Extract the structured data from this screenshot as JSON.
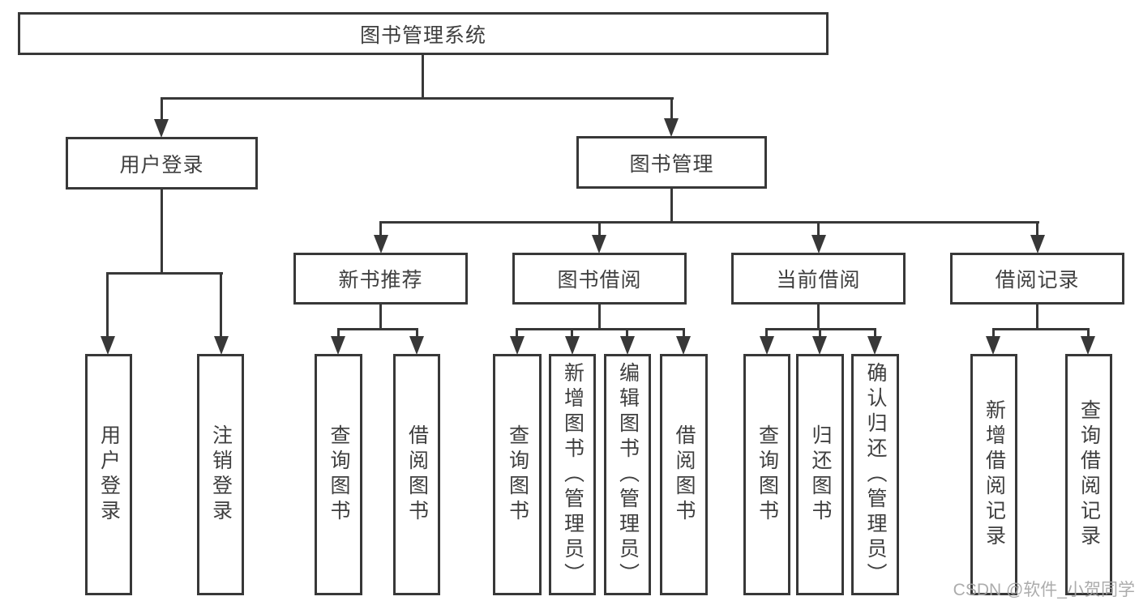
{
  "root": {
    "label": "图书管理系统"
  },
  "level2": {
    "user_login": {
      "label": "用户登录"
    },
    "book_mgmt": {
      "label": "图书管理"
    }
  },
  "level3": {
    "new_book": {
      "label": "新书推荐"
    },
    "book_borrow": {
      "label": "图书借阅"
    },
    "current_borrow": {
      "label": "当前借阅"
    },
    "borrow_record": {
      "label": "借阅记录"
    }
  },
  "leaves": {
    "user_login": {
      "label": "用户登录"
    },
    "logout": {
      "label": "注销登录"
    },
    "nb_query": {
      "label": "查询图书"
    },
    "nb_borrow": {
      "label": "借阅图书"
    },
    "bb_query": {
      "label": "查询图书"
    },
    "bb_add": {
      "label": "新增图书（管理员）"
    },
    "bb_edit": {
      "label": "编辑图书（管理员）"
    },
    "bb_borrow": {
      "label": "借阅图书"
    },
    "cb_query": {
      "label": "查询图书"
    },
    "cb_return": {
      "label": "归还图书"
    },
    "cb_confirm": {
      "label": "确认归还（管理员）"
    },
    "br_add": {
      "label": "新增借阅记录"
    },
    "br_query": {
      "label": "查询借阅记录"
    }
  },
  "watermark": {
    "text": "CSDN @软件_小贺同学"
  },
  "colors": {
    "line": "#383838",
    "text": "#3f3f3f",
    "watermark": "#a5a5a5",
    "background": "#ffffff"
  }
}
